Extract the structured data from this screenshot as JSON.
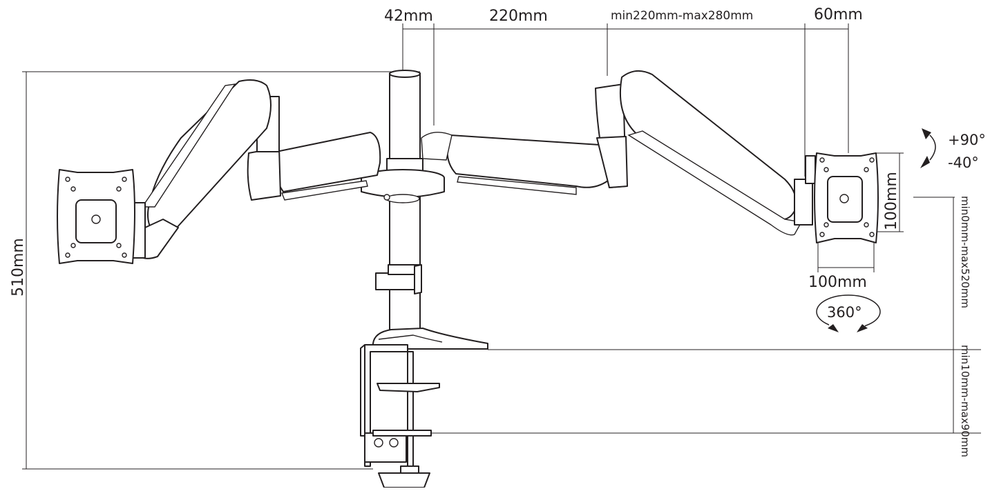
{
  "diagram": {
    "labels": {
      "pole_width": "42mm",
      "arm_segment": "220mm",
      "arm_extension": "min220mm-max280mm",
      "head_offset": "60mm",
      "total_height": "510mm",
      "tilt_up": "+90°",
      "tilt_down": "-40°",
      "vesa_height": "100mm",
      "vesa_width": "100mm",
      "rotation": "360°",
      "height_adjust": "min0mm-max520mm",
      "clamp_range": "min10mm-max90mm"
    },
    "colors": {
      "line": "#231f20",
      "background": "#ffffff"
    }
  }
}
